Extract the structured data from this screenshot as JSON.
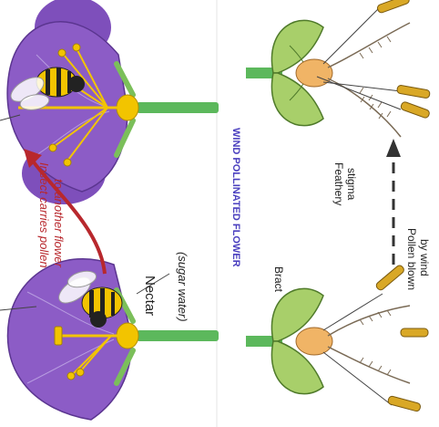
{
  "left_panel": {
    "arrow_label_line1": "Insect carries pollen",
    "arrow_label_line2": "to another flower",
    "nectar_label": "Nectar",
    "nectar_sublabel": "(sugar water)"
  },
  "right_panel": {
    "title": "WIND POLLINATED FLOWER",
    "bract_label": "Bract",
    "stigma_label_line1": "Feathery",
    "stigma_label_line2": "stigma",
    "pollen_label_line1": "Pollen blown",
    "pollen_label_line2": "by wind"
  },
  "colors": {
    "petal": "#8c5cc6",
    "petal_dark": "#6a3ea3",
    "stamen": "#f2c400",
    "stem": "#5cb85c",
    "arrow_red": "#b8282d",
    "title_blue": "#4a3fbf",
    "bract_green": "#a8cf6a",
    "ovary_orange": "#f0b466",
    "anther_gold": "#d9a826"
  }
}
